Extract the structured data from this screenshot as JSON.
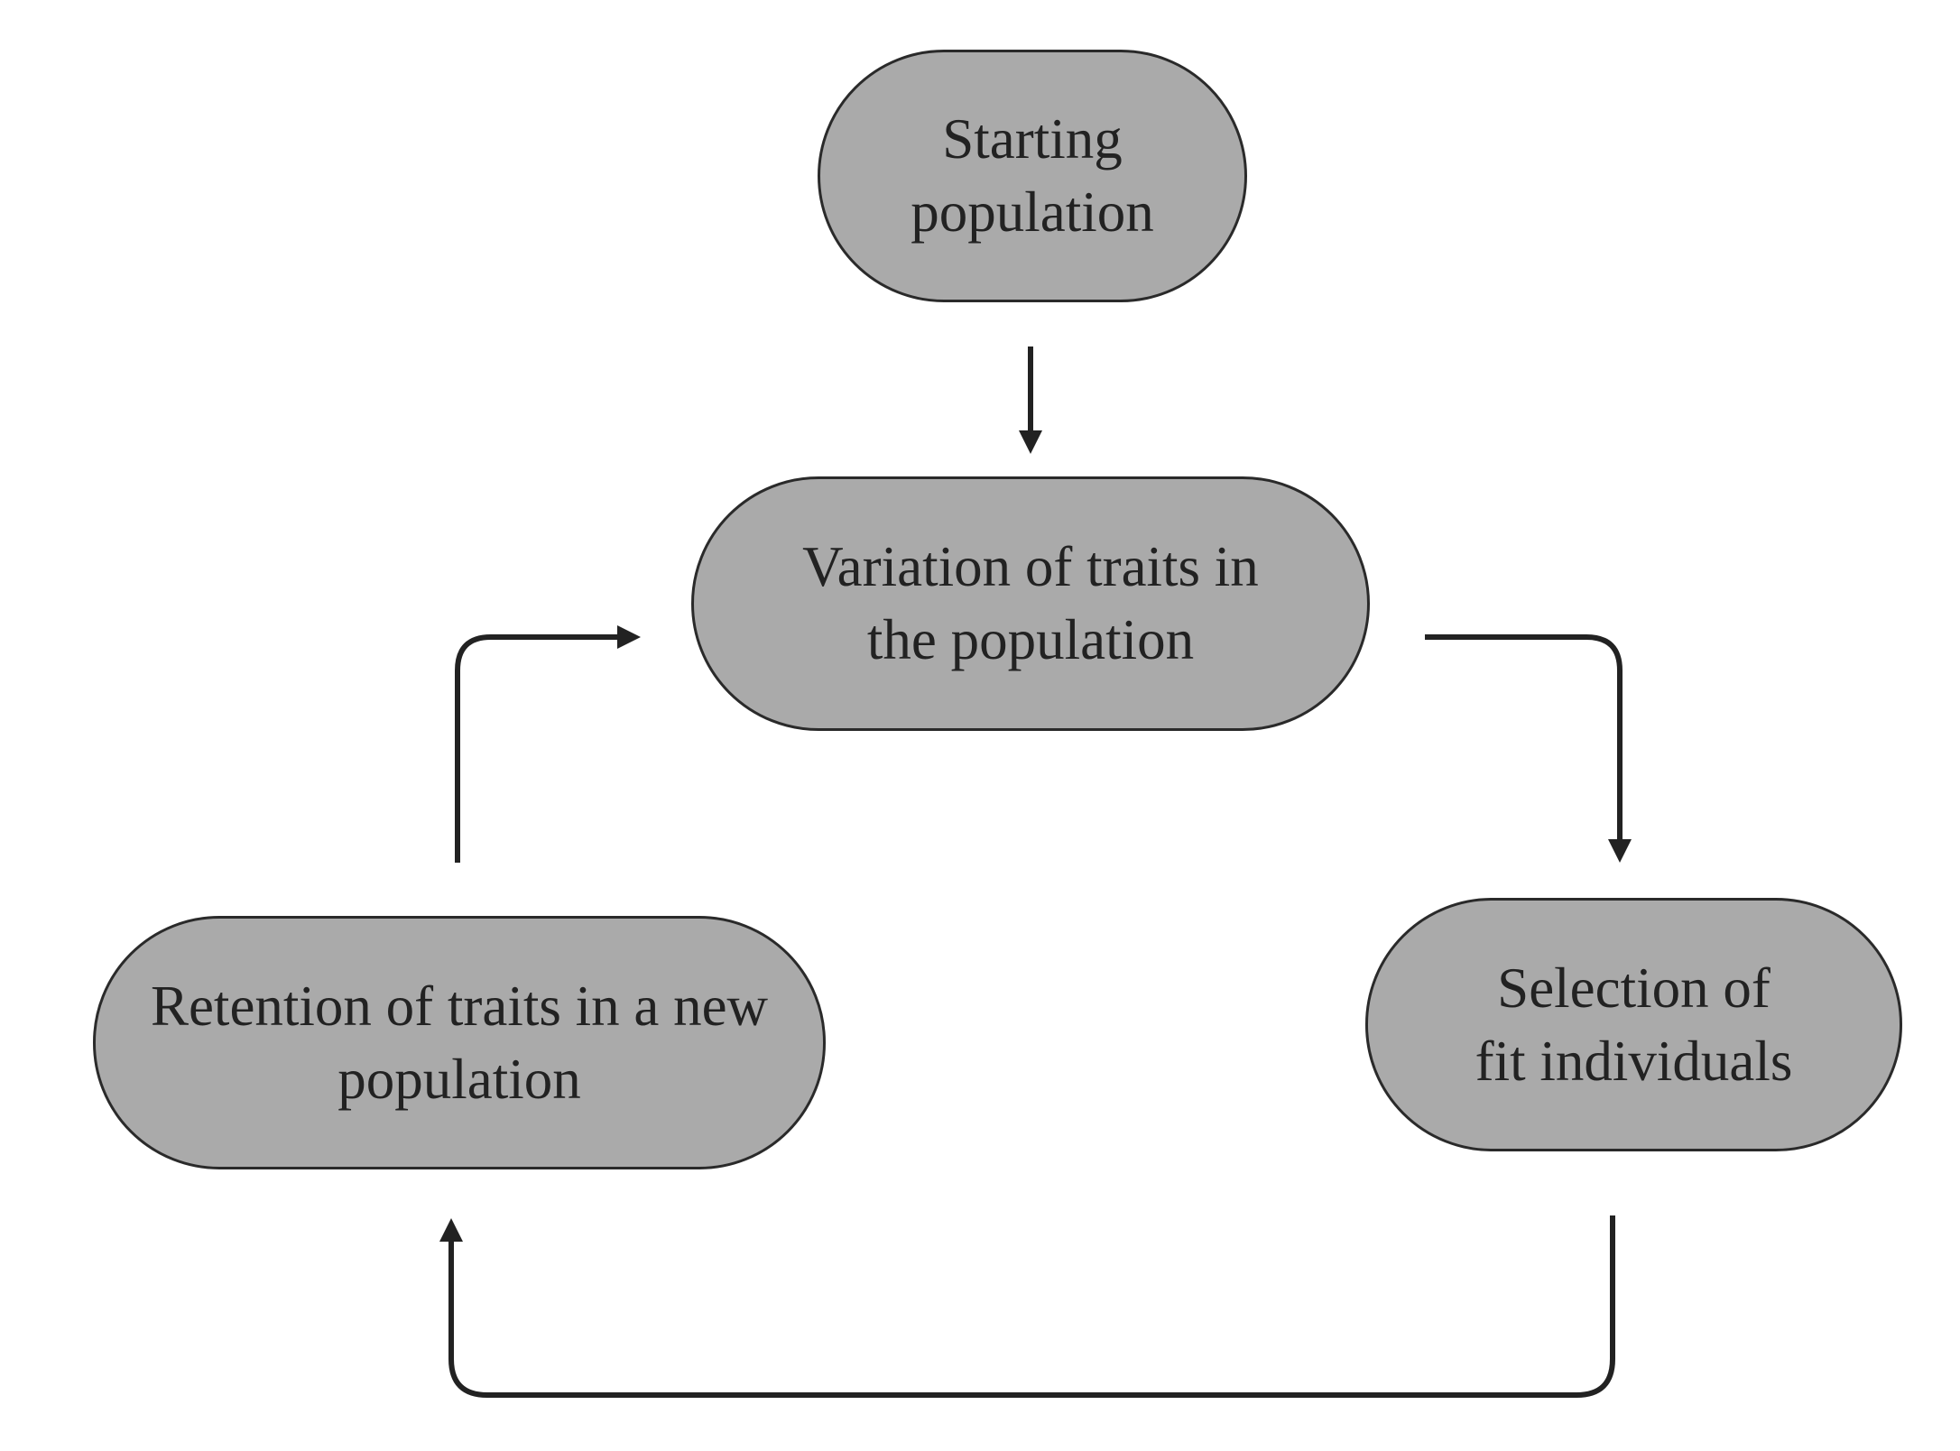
{
  "nodes": {
    "start": {
      "line1": "Starting",
      "line2": "population"
    },
    "variation": {
      "line1": "Variation of traits in",
      "line2": "the population"
    },
    "selection": {
      "line1": "Selection of",
      "line2": "fit individuals"
    },
    "retention": {
      "line1": "Retention of traits in a new",
      "line2": "population"
    }
  },
  "colors": {
    "node_fill": "#aaaaaa",
    "node_border": "#2a2a2a",
    "arrow": "#222222",
    "text": "#222222"
  }
}
